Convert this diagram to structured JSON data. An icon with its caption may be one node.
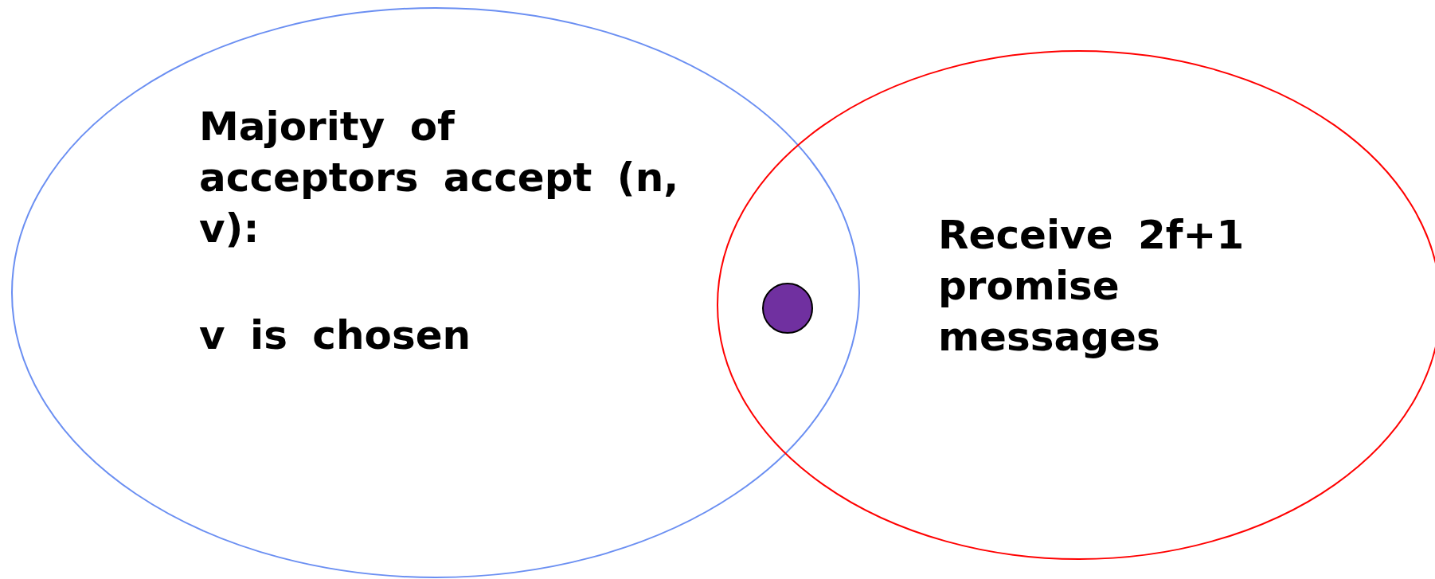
{
  "diagram": {
    "nodes": [
      {
        "text": [
          "Majority of acceptors accept (n, v):",
          "v is chosen"
        ]
      },
      {
        "text": [
          "Receive **2f+1** promise messages"
        ]
      },
      {
        "text": [],
        "shape": "circle"
      }
    ],
    "edges": []
  }
}
